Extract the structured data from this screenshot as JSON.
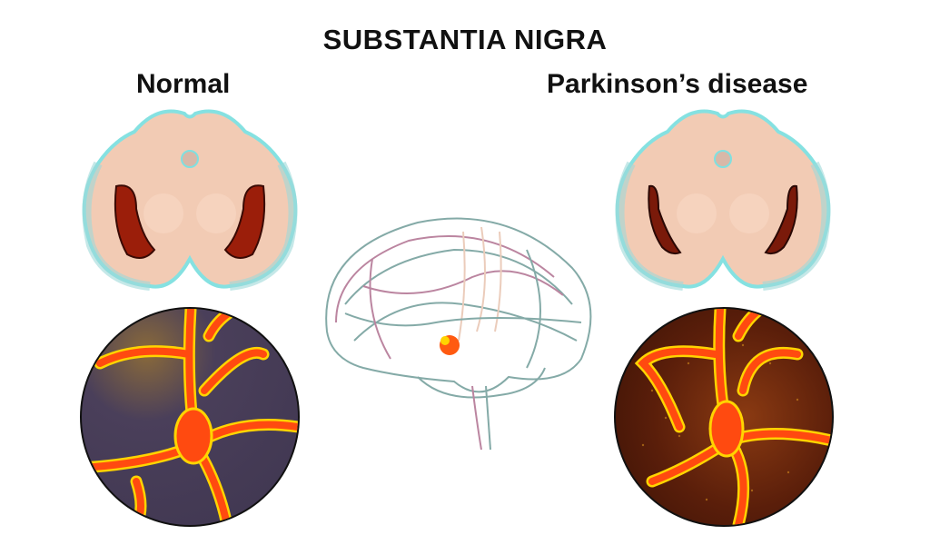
{
  "title": "SUBSTANTIA NIGRA",
  "panels": {
    "normal": {
      "label": "Normal"
    },
    "parkinsons": {
      "label": "Parkinson’s disease"
    }
  },
  "colors": {
    "midbrain_tissue": "#f2c9b0",
    "midbrain_outline": "#7fe0e0",
    "substantia_nigra": "#9b1e0a",
    "neuron": "#ff5a10",
    "neuron_highlight": "#ffd400",
    "normal_background": "#3f3650",
    "pd_background": "#5a1e0a",
    "brain_fibers_teal": "#6f9c98",
    "brain_fibers_pink": "#b07090"
  }
}
